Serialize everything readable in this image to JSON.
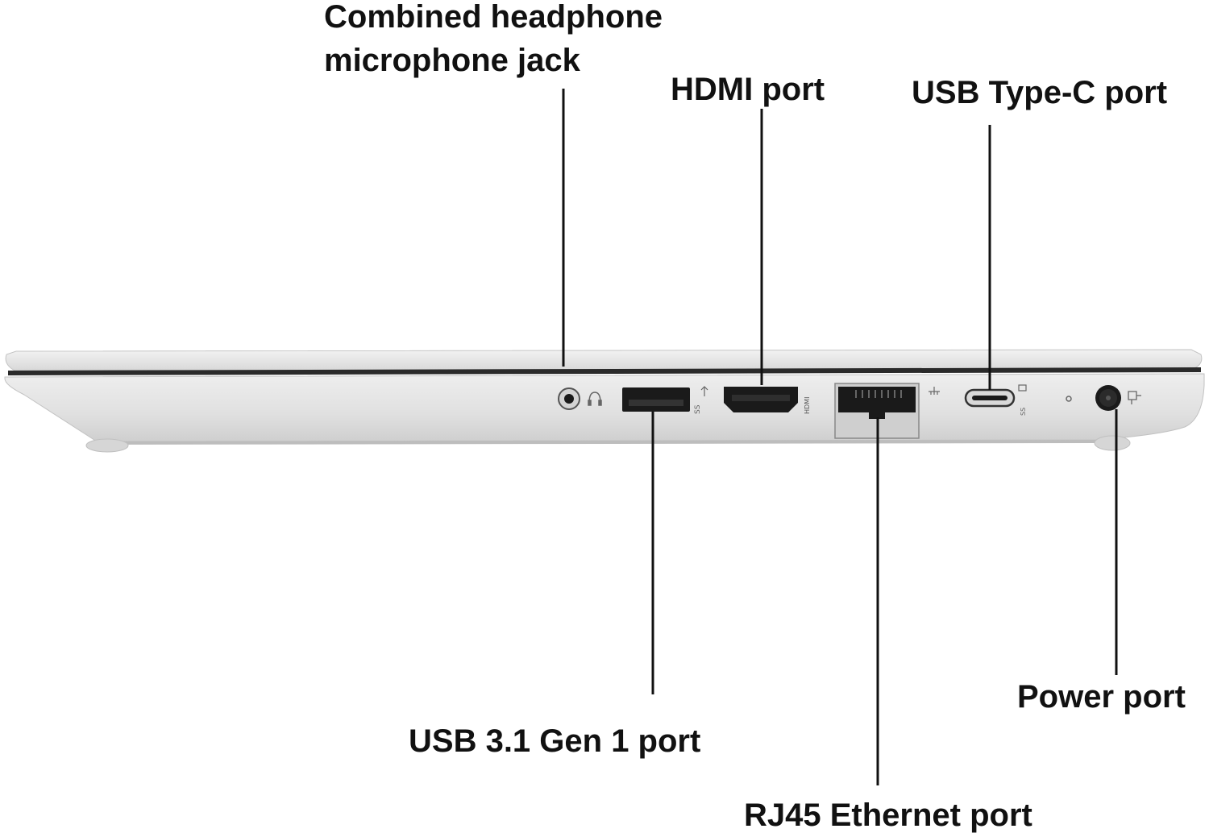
{
  "labels": {
    "headphone_line1": "Combined headphone",
    "headphone_line2": "microphone jack",
    "hdmi": "HDMI port",
    "usb_c": "USB Type-C port",
    "usb31": "USB 3.1 Gen 1 port",
    "rj45": "RJ45 Ethernet port",
    "power": "Power port"
  },
  "icons": [
    "headset-icon",
    "usb-ss-icon",
    "hdmi-icon",
    "ethernet-icon",
    "usb-c-ss-icon",
    "power-plug-icon"
  ],
  "colors": {
    "chassis": "#e4e4e4",
    "chassis_shadow": "#c9c9c9",
    "port": "#1a1a1a",
    "leader": "#111111"
  }
}
